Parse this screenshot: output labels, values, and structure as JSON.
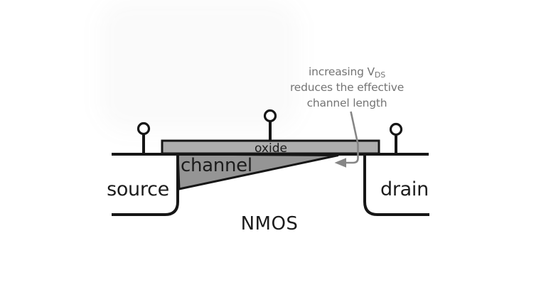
{
  "figure": {
    "caption": "NMOS",
    "regions": {
      "source": "source",
      "drain": "drain",
      "channel": "channel",
      "oxide": "oxide"
    },
    "annotation": {
      "line1_pre": "increasing V",
      "line1_sub": "DS",
      "line2": "reduces the effective",
      "line3": "channel length"
    },
    "colors": {
      "outline": "#161616",
      "oxide_fill": "#aeaeae",
      "channel_fill": "#959595",
      "annotation": "#747474",
      "arrow_gray": "#868686",
      "contact_fill": "#ffffff",
      "background": "#ffffff"
    }
  }
}
